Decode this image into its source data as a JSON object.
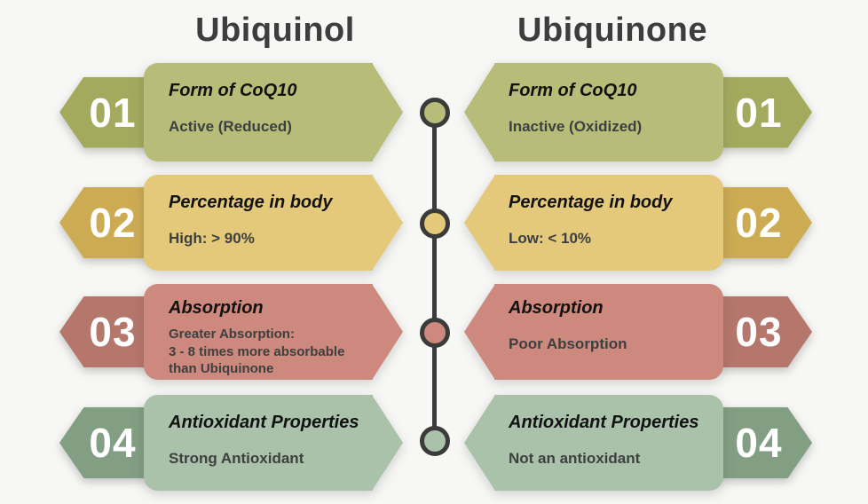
{
  "page": {
    "background": "#f7f7f5"
  },
  "headers": {
    "left": "Ubiquinol",
    "right": "Ubiquinone"
  },
  "timeline": {
    "line_color": "#3b3b3b"
  },
  "rows": [
    {
      "number": "01",
      "colors": {
        "banner": "#b7bd78",
        "badge": "#a3aa5e"
      },
      "left": {
        "title": "Form of CoQ10",
        "subtitle": "Active (Reduced)"
      },
      "right": {
        "title": "Form of CoQ10",
        "subtitle": "Inactive (Oxidized)"
      }
    },
    {
      "number": "02",
      "colors": {
        "banner": "#e5c97a",
        "badge": "#ccab52"
      },
      "left": {
        "title": "Percentage in body",
        "subtitle": "High: > 90%"
      },
      "right": {
        "title": "Percentage in body",
        "subtitle": "Low: < 10%"
      }
    },
    {
      "number": "03",
      "colors": {
        "banner": "#cd897d",
        "badge": "#b5766b"
      },
      "left": {
        "title": "Absorption",
        "subtitle": "Greater Absorption:\n3 - 8 times more absorbable than Ubiquinone"
      },
      "right": {
        "title": "Absorption",
        "subtitle": "Poor Absorption"
      }
    },
    {
      "number": "04",
      "colors": {
        "banner": "#a9c2a9",
        "badge": "#829e83"
      },
      "left": {
        "title": "Antioxidant Properties",
        "subtitle": "Strong Antioxidant"
      },
      "right": {
        "title": "Antioxidant Properties",
        "subtitle": "Not an antioxidant"
      }
    }
  ]
}
